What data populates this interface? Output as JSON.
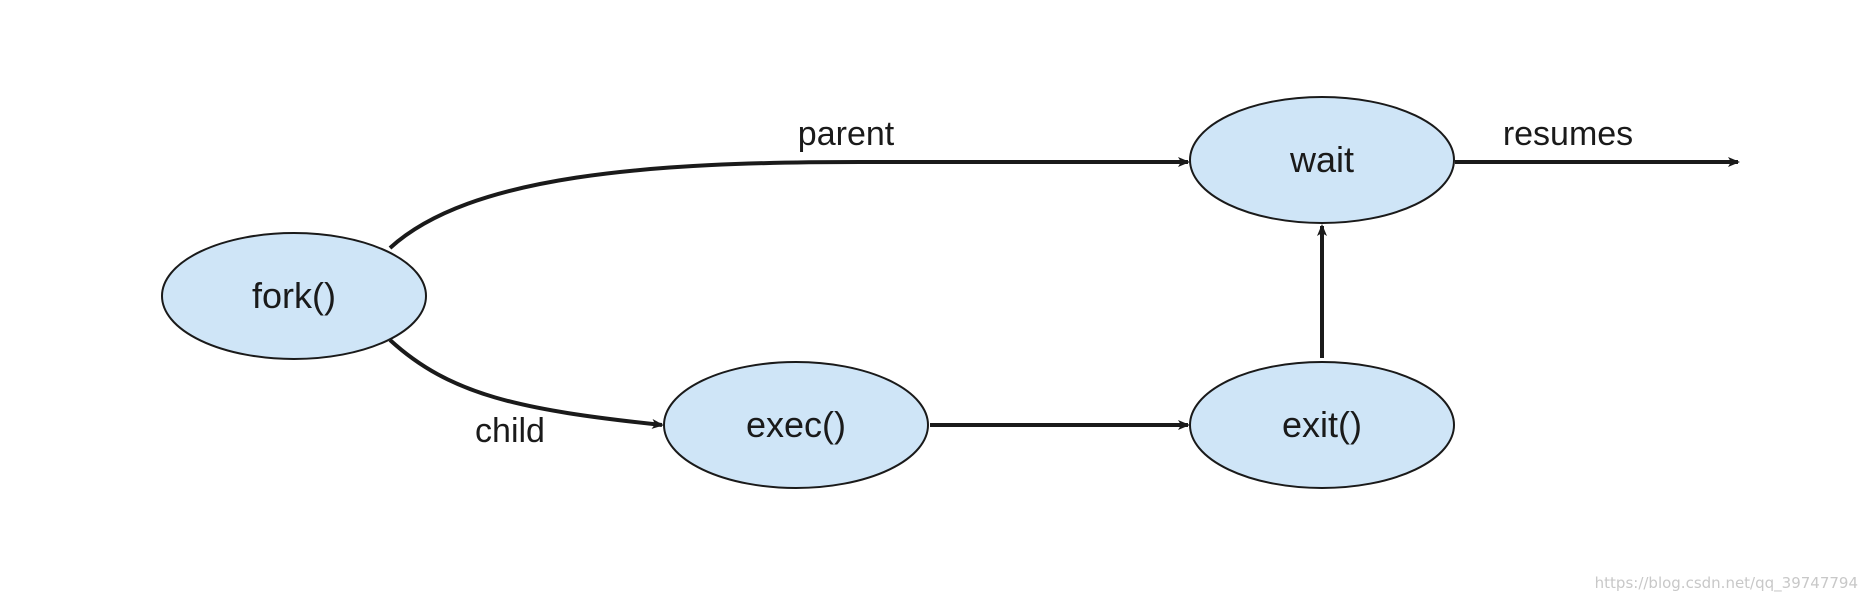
{
  "nodes": {
    "fork": "fork()",
    "exec": "exec()",
    "exit": "exit()",
    "wait": "wait"
  },
  "edges": {
    "parent": "parent",
    "child": "child",
    "resumes": "resumes"
  },
  "colors": {
    "node_fill": "#cfe5f7",
    "stroke": "#1a1a1a"
  },
  "watermark": "https://blog.csdn.net/qq_39747794"
}
